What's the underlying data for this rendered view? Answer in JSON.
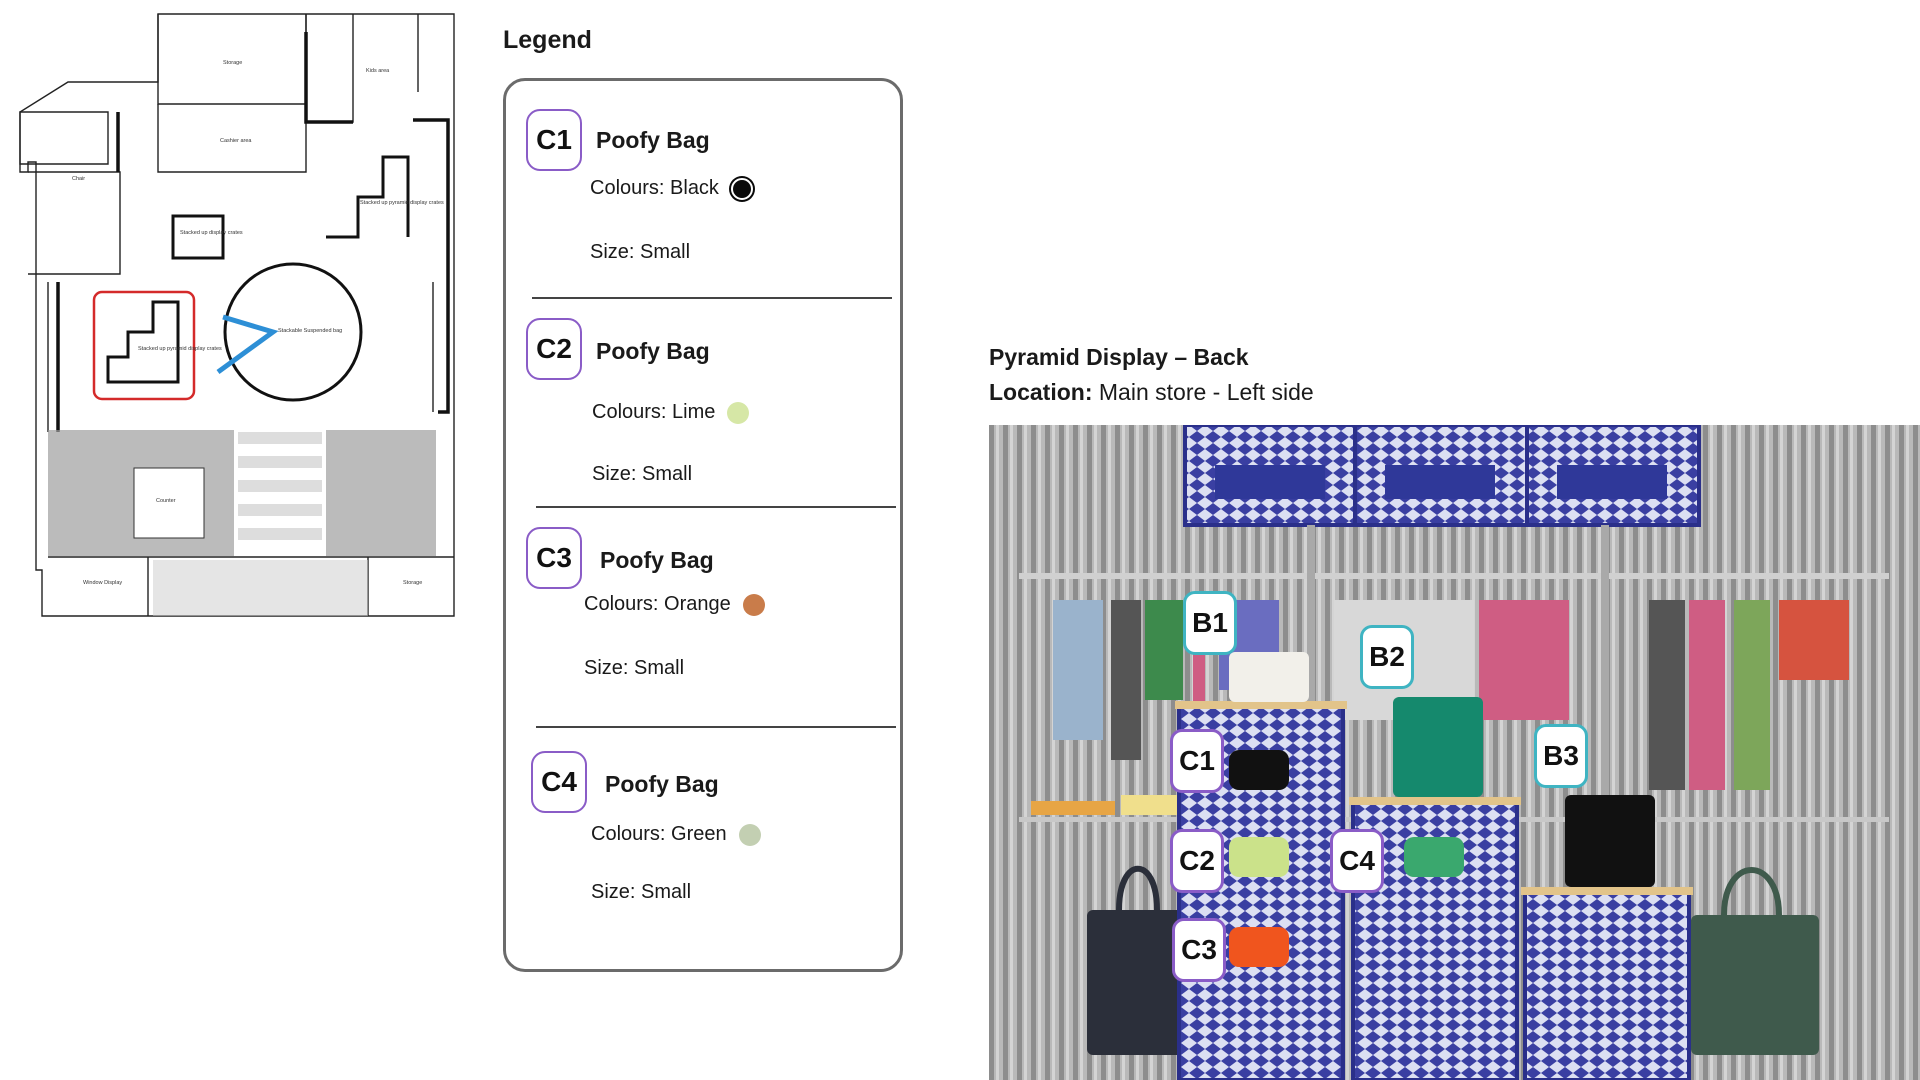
{
  "floorplan": {
    "rooms": [
      "Storage",
      "Kids area",
      "Cashier area",
      "Chair",
      "Stacked up display crates",
      "Stacked up pyramid display crates",
      "Stacked up pyramid display crates",
      "Stackable Suspended bag",
      "Counter",
      "Window Display",
      "Storage"
    ]
  },
  "legend": {
    "title": "Legend",
    "entries": [
      {
        "code": "C1",
        "name": "Poofy Bag",
        "colours": "Colours: Black",
        "swatch": "#0a0a0a",
        "size": "Size: Small"
      },
      {
        "code": "C2",
        "name": "Poofy Bag",
        "colours": "Colours: Lime",
        "swatch": "#d6e7a6",
        "size": "Size: Small"
      },
      {
        "code": "C3",
        "name": "Poofy Bag",
        "colours": "Colours: Orange",
        "swatch": "#c97c4a",
        "size": "Size: Small"
      },
      {
        "code": "C4",
        "name": "Poofy Bag",
        "colours": "Colours: Green",
        "swatch": "#c3cfb2",
        "size": "Size: Small"
      }
    ]
  },
  "display": {
    "title": "Pyramid Display – Back",
    "location_label": "Location:",
    "location_value": "Main store - Left side",
    "tags": [
      "B1",
      "B2",
      "B3",
      "C1",
      "C2",
      "C3",
      "C4"
    ]
  }
}
